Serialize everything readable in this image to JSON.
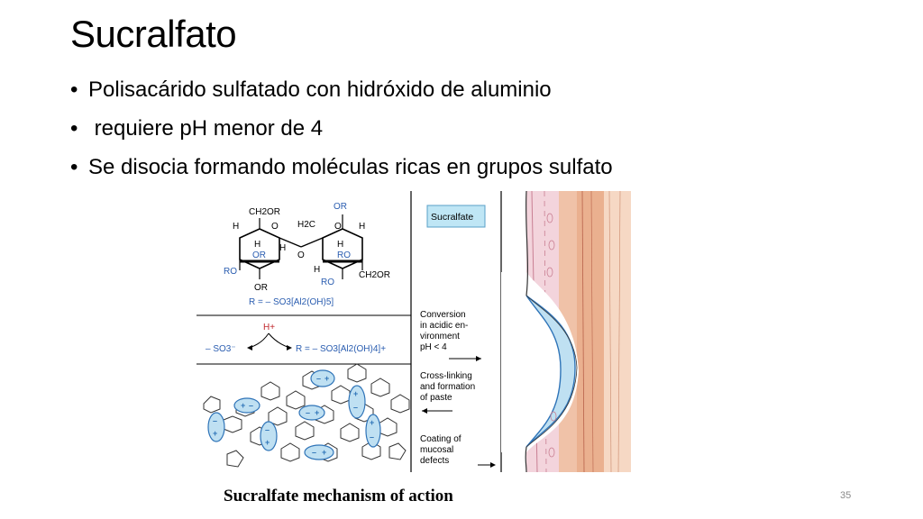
{
  "slide": {
    "title": "Sucralfato",
    "bullets": [
      "Polisacárido sulfatado con hidróxido de aluminio",
      " requiere pH menor de 4",
      "Se disocia formando moléculas ricas en grupos sulfato"
    ],
    "page_number": "35"
  },
  "figure": {
    "caption": "Sucralfate mechanism of action",
    "structure_labels": {
      "ch2or_top": "CH2OR",
      "or_top": "OR",
      "h2c": "H2C",
      "o_ring1": "O",
      "o_ring2": "O",
      "o_link": "O",
      "h1": "H",
      "h2": "H",
      "h3": "H",
      "h4": "H",
      "h5": "H",
      "h6": "H",
      "or_ring1": "OR",
      "ro_ring2": "RO",
      "ro_left": "RO",
      "or_bottom1": "OR",
      "ro_bottom2": "RO",
      "ch2or_right": "CH2OR",
      "r_formula": "R = – SO3[Al2(OH)5]"
    },
    "reaction": {
      "proton": "H+",
      "left_product": "– SO3⁻",
      "right_product": "R = – SO3[Al2(OH)4]+"
    },
    "steps": [
      {
        "label": "Sucralfate"
      },
      {
        "lines": [
          "Conversion",
          "in acidic en-",
          "vironment",
          "pH < 4"
        ]
      },
      {
        "lines": [
          "Cross-linking",
          "and formation",
          "of paste"
        ]
      },
      {
        "lines": [
          "Coating of",
          "mucosal",
          "defects"
        ]
      }
    ],
    "colors": {
      "blue_ellipse": "#bfe0f2",
      "blue_border": "#2f74b8",
      "label_box": "#bfe6f5",
      "mucosa_pink": "#f3d4dc",
      "tissue_orange": "#eab08f"
    }
  }
}
